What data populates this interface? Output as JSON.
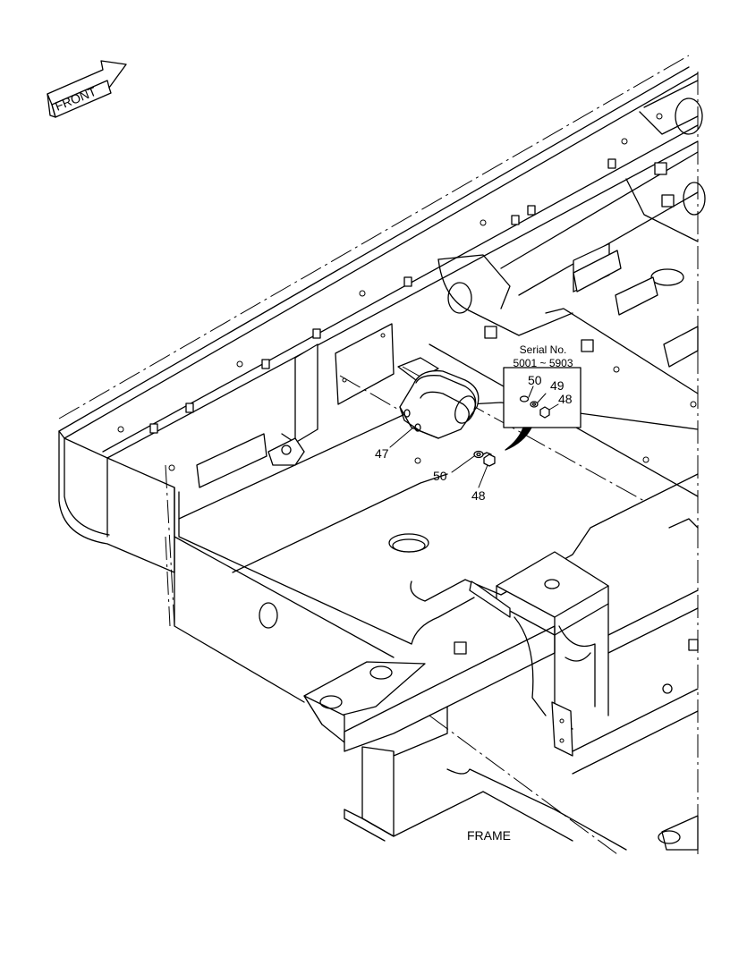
{
  "arrow": {
    "label": "FRONT",
    "icon": "front-arrow-icon"
  },
  "callout": {
    "title": "Serial No.",
    "range": "5001 ~ 5903",
    "items": [
      "50",
      "49",
      "48"
    ]
  },
  "labels": {
    "p47": "47",
    "p50": "50",
    "p48": "48"
  },
  "caption": "FRAME"
}
